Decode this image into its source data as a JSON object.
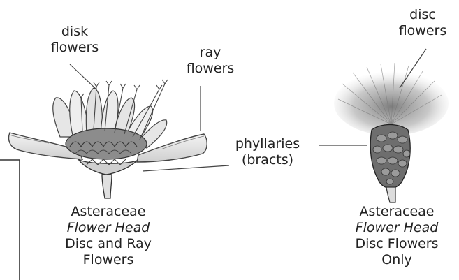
{
  "labels": {
    "disk_flowers": [
      "disk",
      "flowers"
    ],
    "ray_flowers": [
      "ray",
      "flowers"
    ],
    "disc_flowers": [
      "disc",
      "flowers"
    ],
    "phyllaries": [
      "phyllaries",
      "(bracts)"
    ]
  },
  "captions": {
    "left": {
      "line1": "Asteraceae",
      "line2": "Flower Head",
      "line3": "Disc and Ray",
      "line4": "Flowers"
    },
    "right": {
      "line1": "Asteraceae",
      "line2": "Flower Head",
      "line3": "Disc Flowers",
      "line4": "Only"
    }
  }
}
